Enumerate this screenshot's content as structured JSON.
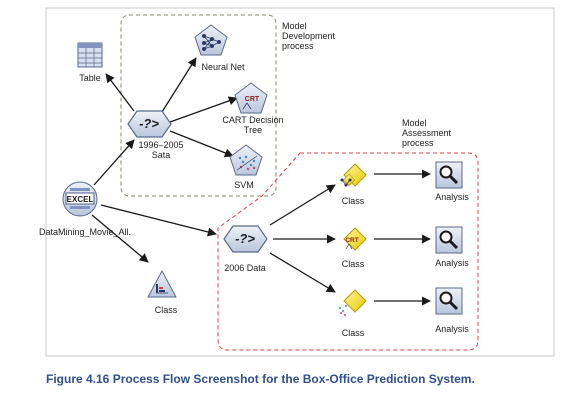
{
  "groups": {
    "development": {
      "label": "Model\nDevelopment\nprocess",
      "color": "#8a8a6a"
    },
    "assessment": {
      "label": "Model\nAssessment\nprocess",
      "color": "#e04040"
    }
  },
  "nodes": {
    "table": {
      "label": "Table",
      "icon": "table-icon"
    },
    "neural_net": {
      "label": "Neural Net",
      "icon": "neural-net-icon"
    },
    "cart": {
      "label": "CART Decision\nTree",
      "icon": "cart-tree-icon"
    },
    "svm": {
      "label": "SVM",
      "icon": "svm-icon"
    },
    "sata": {
      "label": "1996–2005\nSata",
      "icon": "select-icon"
    },
    "source": {
      "label": "DataMining_Movie_All.",
      "icon": "excel-icon"
    },
    "class_left": {
      "label": "Class",
      "icon": "distribution-icon"
    },
    "data2006": {
      "label": "2006 Data",
      "icon": "select-icon"
    },
    "class_nn": {
      "label": "Class",
      "icon": "nn-model-nugget-icon"
    },
    "class_cart": {
      "label": "Class",
      "icon": "cart-model-nugget-icon"
    },
    "class_svm": {
      "label": "Class",
      "icon": "svm-model-nugget-icon"
    },
    "analysis_1": {
      "label": "Analysis",
      "icon": "analysis-icon"
    },
    "analysis_2": {
      "label": "Analysis",
      "icon": "analysis-icon"
    },
    "analysis_3": {
      "label": "Analysis",
      "icon": "analysis-icon"
    }
  },
  "caption": "Figure 4.16 Process Flow Screenshot for the Box-Office Prediction System.",
  "colors": {
    "arrow": "#1a1a1a",
    "pentagon": "#cfd8e8",
    "nugget": "#f5e43a",
    "caption": "#2f4f8f"
  }
}
